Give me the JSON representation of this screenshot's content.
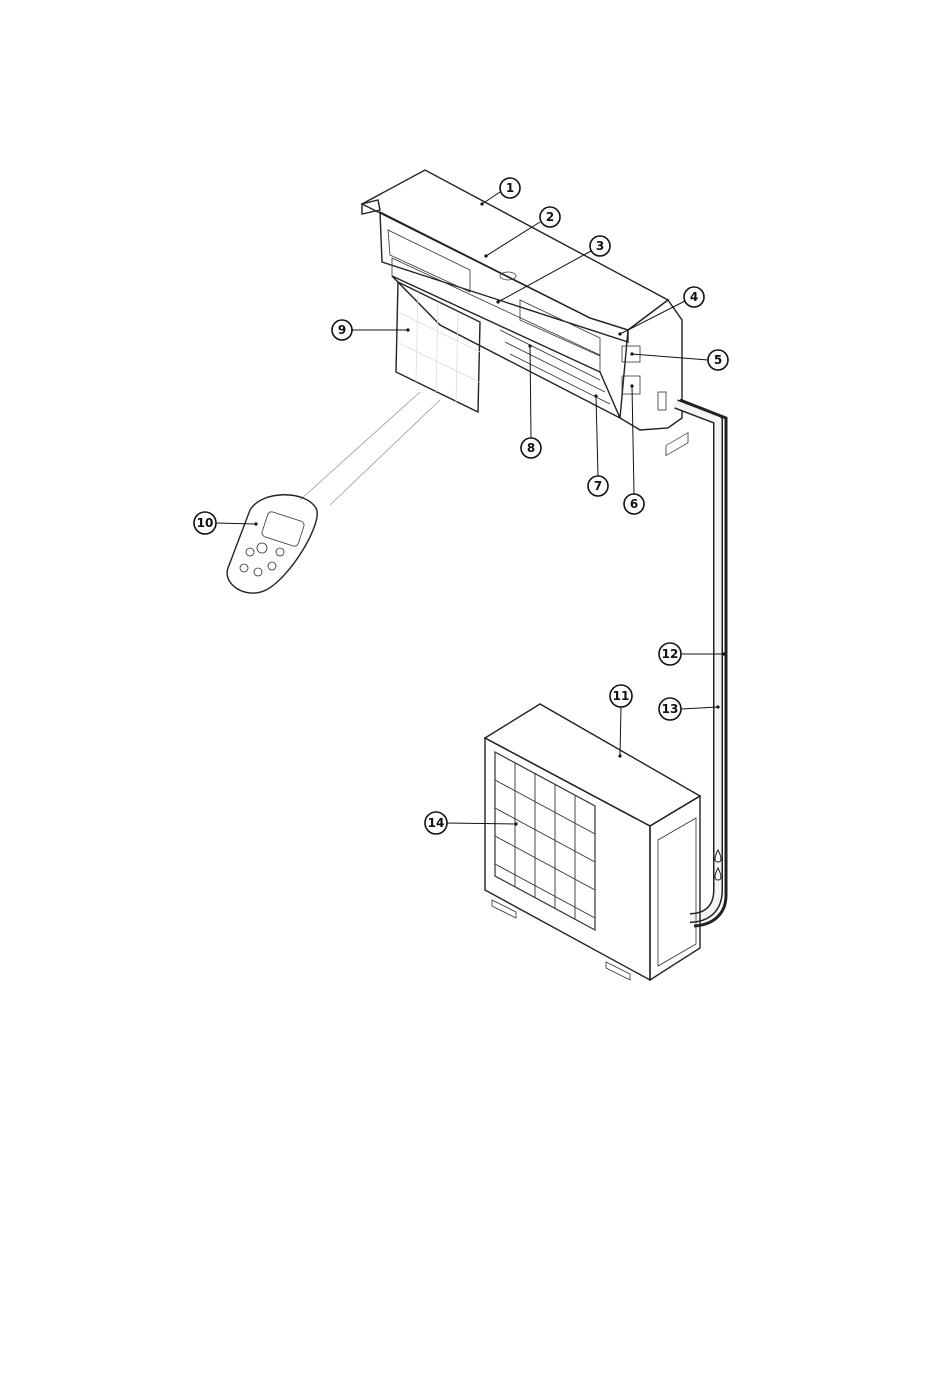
{
  "callouts": [
    {
      "id": "1",
      "label": "1"
    },
    {
      "id": "2",
      "label": "2"
    },
    {
      "id": "3",
      "label": "3"
    },
    {
      "id": "4",
      "label": "4"
    },
    {
      "id": "5",
      "label": "5"
    },
    {
      "id": "6",
      "label": "6"
    },
    {
      "id": "7",
      "label": "7"
    },
    {
      "id": "8",
      "label": "8"
    },
    {
      "id": "9",
      "label": "9"
    },
    {
      "id": "10",
      "label": "10"
    },
    {
      "id": "11",
      "label": "11"
    },
    {
      "id": "12",
      "label": "12"
    },
    {
      "id": "13",
      "label": "13"
    },
    {
      "id": "14",
      "label": "14"
    }
  ],
  "colors": {
    "line": "#222222",
    "panel_light": "#f2f2f2",
    "panel_mid": "#cfcfcf",
    "panel_dark": "#555555",
    "grille": "#3a3a3a"
  },
  "icons": [
    "indoor-unit-illustration",
    "air-filter-illustration",
    "remote-control-illustration",
    "outdoor-unit-illustration",
    "refrigerant-pipe-illustration"
  ]
}
